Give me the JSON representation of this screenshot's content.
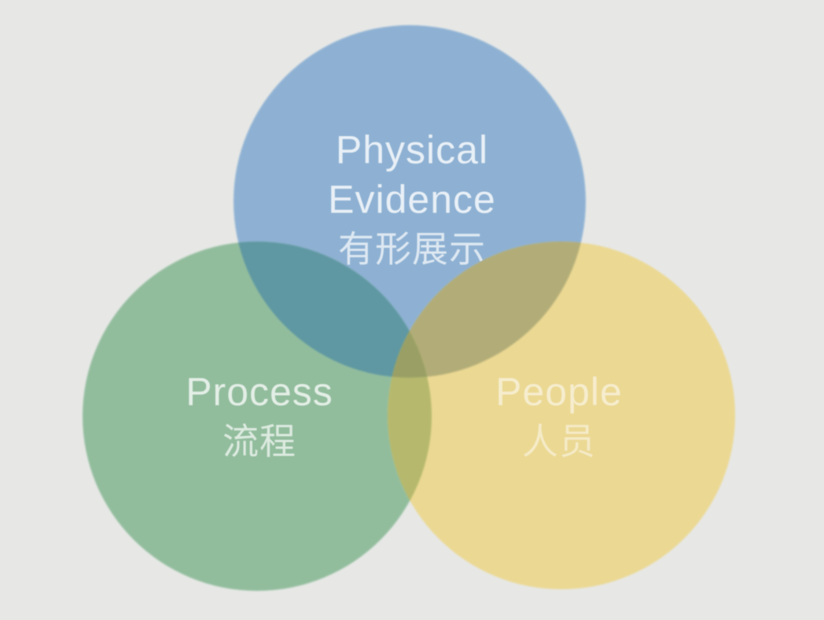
{
  "background_color": "#e7e8e6",
  "venn": {
    "type": "venn-diagram",
    "circles": [
      {
        "id": "physical-evidence",
        "lines": [
          "Physical",
          "Evidence",
          "有形展示"
        ],
        "fill": "#8eb1d3",
        "label_color": "rgba(255,255,255,0.80)"
      },
      {
        "id": "process",
        "lines": [
          "Process",
          "流程"
        ],
        "fill": "#92bd9d",
        "label_color": "rgba(255,255,255,0.74)"
      },
      {
        "id": "people",
        "lines": [
          "People",
          "人员"
        ],
        "fill": "#ebd893",
        "label_color": "rgba(255,255,255,0.55)"
      }
    ],
    "overlaps": {
      "physical_process": "#5f98a2",
      "physical_people": "#b2ad78",
      "process_people": "#b6b96d",
      "all_three": "#9aa065"
    }
  }
}
